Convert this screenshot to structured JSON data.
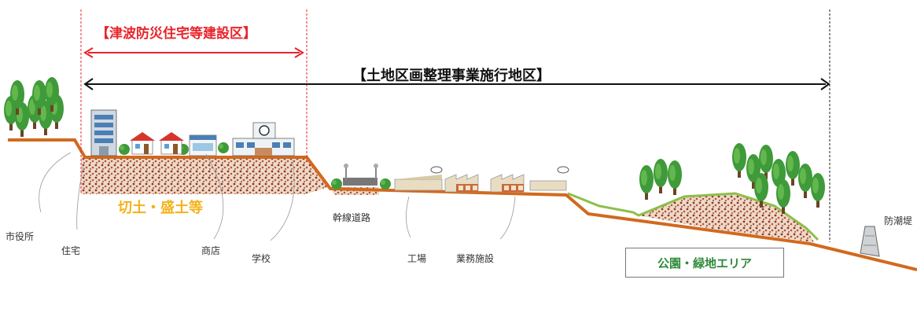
{
  "titles": {
    "tsunami_zone": "【津波防災住宅等建設区】",
    "land_readjustment": "【土地区画整理事業施行地区】"
  },
  "labels": {
    "cut_fill": "切土・盛土等",
    "city_hall": "市役所",
    "housing": "住宅",
    "shops": "商店",
    "school": "学校",
    "trunk_road": "幹線道路",
    "factory": "工場",
    "business": "業務施設",
    "park": "公園・緑地エリア",
    "seawall": "防潮堤"
  },
  "colors": {
    "tsunami_zone": "#e8242b",
    "ground_line": "#d2691e",
    "fill_soil": "#c98b5e",
    "tree_green": "#3f9a3a",
    "slope_green": "#8cbf4a",
    "cut_fill_text": "#f3b21a",
    "park_text": "#2f8a3a"
  },
  "icons": [
    "tree-icon",
    "office-building-icon",
    "house-icon",
    "shop-icon",
    "school-icon",
    "factory-icon",
    "seawall-icon"
  ]
}
